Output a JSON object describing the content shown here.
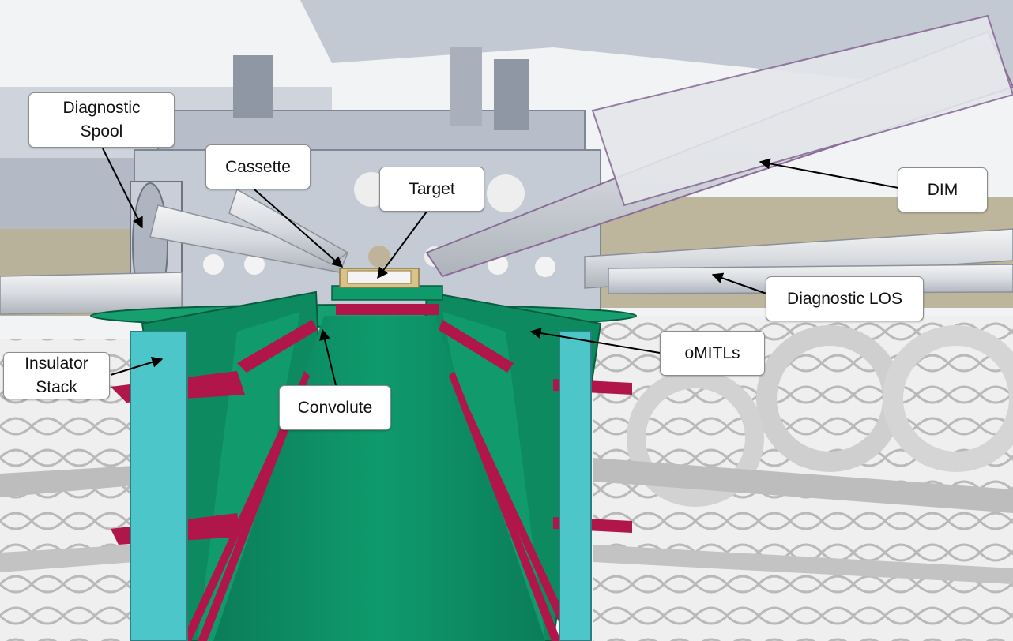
{
  "colors": {
    "gray_structure": "#c6ccd6",
    "gray_dark": "#9aa3b0",
    "green": "#0a8a61",
    "green_light": "#1aa373",
    "crimson": "#b0164a",
    "cyan": "#4cc6c8",
    "tan": "#bfb49a",
    "leader": "#000000"
  },
  "labels": {
    "diagnostic_spool": [
      "Diagnostic",
      "Spool"
    ],
    "cassette": "Cassette",
    "target": "Target",
    "dim": "DIM",
    "diagnostic_los": "Diagnostic LOS",
    "omitls": "oMITLs",
    "insulator_stack": [
      "Insulator",
      "Stack"
    ],
    "convolute": "Convolute"
  }
}
